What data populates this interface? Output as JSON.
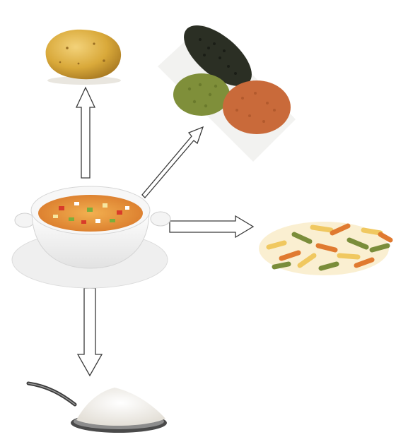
{
  "diagram": {
    "center": {
      "name": "soup-bowl",
      "icon": "vegetable-soup-icon"
    },
    "ingredients": [
      {
        "name": "potato",
        "icon": "potato-icon"
      },
      {
        "name": "legumes",
        "icon": "lentils-split-peas-icon"
      },
      {
        "name": "pasta",
        "icon": "fusilli-pasta-icon"
      },
      {
        "name": "flour",
        "icon": "flour-spoon-icon"
      }
    ],
    "colors": {
      "arrow_stroke": "#3a3a3a",
      "arrow_fill": "#ffffff",
      "potato": "#d9a93a",
      "soup_broth": "#e8902f",
      "lentils_red": "#c96a3a",
      "split_peas": "#7f8f3a",
      "black_lentils": "#2b2f24",
      "pasta_yellow": "#f0c860",
      "pasta_orange": "#e07a30",
      "pasta_green": "#7a8d3a",
      "flour": "#f1eee8"
    }
  }
}
